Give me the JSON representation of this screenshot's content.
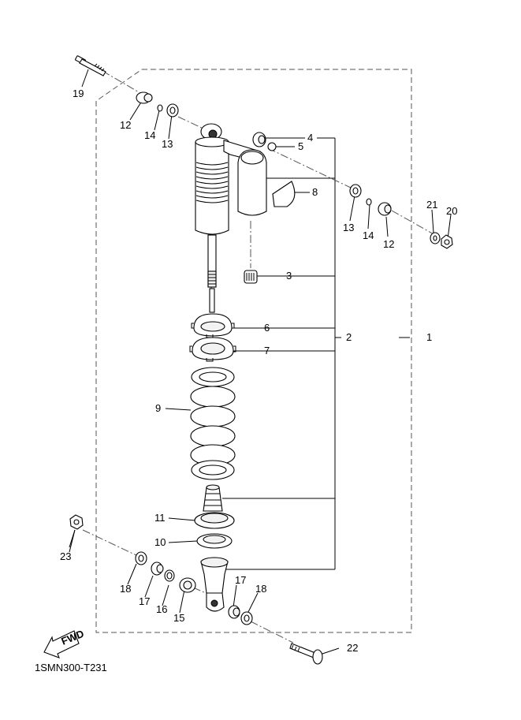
{
  "callouts": {
    "c1": "1",
    "c2": "2",
    "c3": "3",
    "c4": "4",
    "c5": "5",
    "c6": "6",
    "c7": "7",
    "c8": "8",
    "c9": "9",
    "c10": "10",
    "c11": "11",
    "c12a": "12",
    "c12b": "12",
    "c13a": "13",
    "c13b": "13",
    "c14a": "14",
    "c14b": "14",
    "c15": "15",
    "c16": "16",
    "c17a": "17",
    "c17b": "17",
    "c18a": "18",
    "c18b": "18",
    "c19": "19",
    "c20": "20",
    "c21": "21",
    "c22": "22",
    "c23": "23"
  },
  "diagram_code": "1SMN300-T231",
  "fwd_label": "FWD"
}
